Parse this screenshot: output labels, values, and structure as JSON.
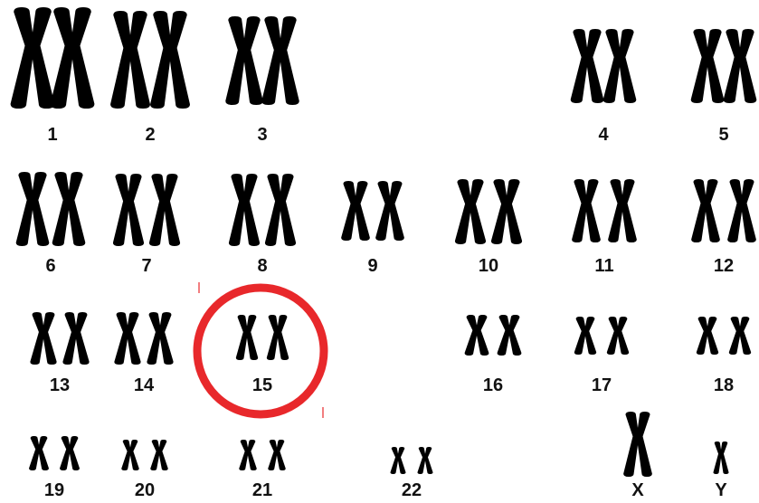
{
  "karyotype": {
    "highlight_color": "#e8282b",
    "chromosome_color": "#000000",
    "highlighted_pair": "15",
    "pairs": [
      {
        "label": "1",
        "name": "chromosome-pair-1"
      },
      {
        "label": "2",
        "name": "chromosome-pair-2"
      },
      {
        "label": "3",
        "name": "chromosome-pair-3"
      },
      {
        "label": "4",
        "name": "chromosome-pair-4"
      },
      {
        "label": "5",
        "name": "chromosome-pair-5"
      },
      {
        "label": "6",
        "name": "chromosome-pair-6"
      },
      {
        "label": "7",
        "name": "chromosome-pair-7"
      },
      {
        "label": "8",
        "name": "chromosome-pair-8"
      },
      {
        "label": "9",
        "name": "chromosome-pair-9"
      },
      {
        "label": "10",
        "name": "chromosome-pair-10"
      },
      {
        "label": "11",
        "name": "chromosome-pair-11"
      },
      {
        "label": "12",
        "name": "chromosome-pair-12"
      },
      {
        "label": "13",
        "name": "chromosome-pair-13"
      },
      {
        "label": "14",
        "name": "chromosome-pair-14"
      },
      {
        "label": "15",
        "name": "chromosome-pair-15"
      },
      {
        "label": "16",
        "name": "chromosome-pair-16"
      },
      {
        "label": "17",
        "name": "chromosome-pair-17"
      },
      {
        "label": "18",
        "name": "chromosome-pair-18"
      },
      {
        "label": "19",
        "name": "chromosome-pair-19"
      },
      {
        "label": "20",
        "name": "chromosome-pair-20"
      },
      {
        "label": "21",
        "name": "chromosome-pair-21"
      },
      {
        "label": "22",
        "name": "chromosome-pair-22"
      },
      {
        "label": "X",
        "name": "chromosome-x"
      },
      {
        "label": "Y",
        "name": "chromosome-y"
      }
    ]
  }
}
